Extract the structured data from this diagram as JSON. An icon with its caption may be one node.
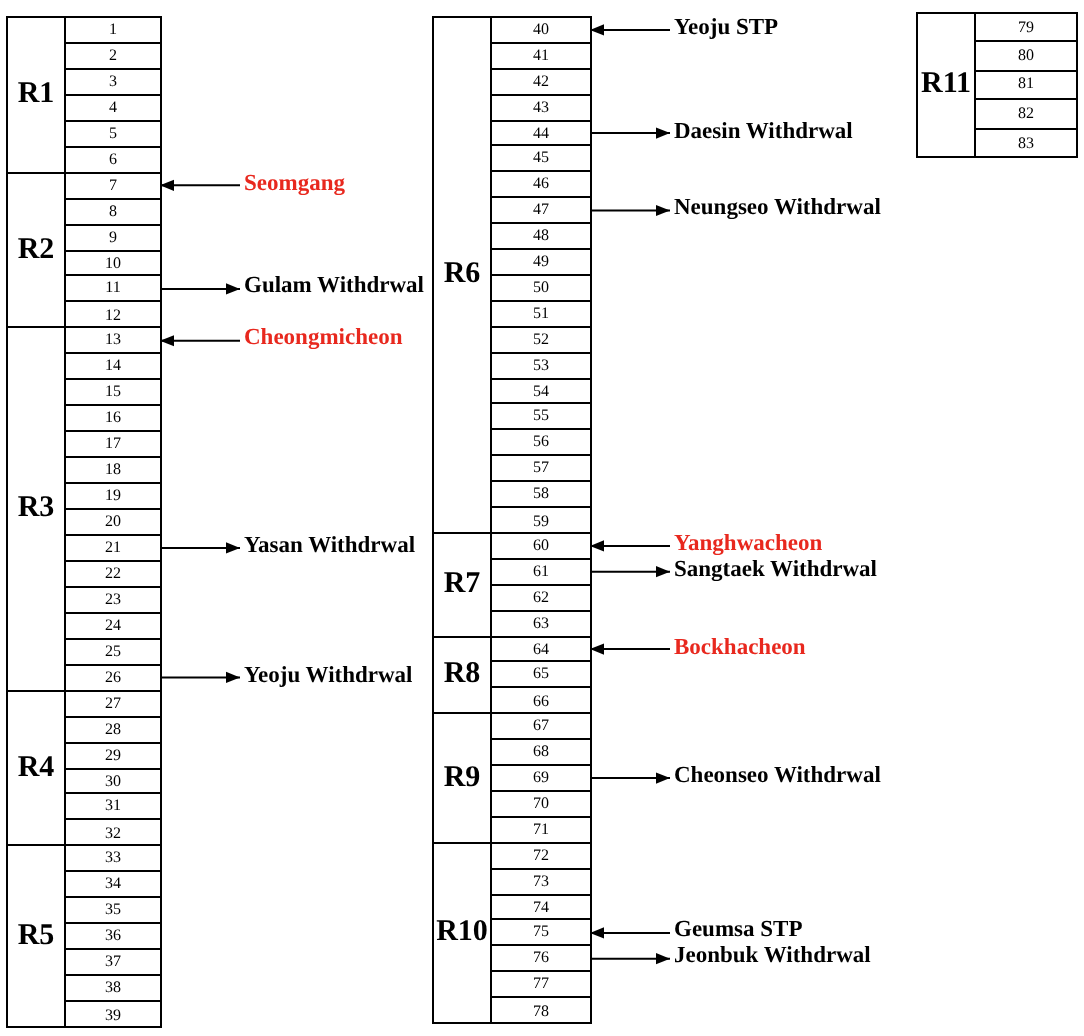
{
  "diagram": {
    "nodes": [
      {
        "text": [
          "R1"
        ]
      },
      {
        "text": [
          "1"
        ],
        "in": 0
      },
      {
        "text": [
          "2"
        ],
        "in": 0
      },
      {
        "text": [
          "3"
        ],
        "in": 0
      },
      {
        "text": [
          "4"
        ],
        "in": 0
      },
      {
        "text": [
          "5"
        ],
        "in": 0
      },
      {
        "text": [
          "6"
        ],
        "in": 0
      },
      {
        "text": [
          "R2"
        ]
      },
      {
        "text": [
          "7"
        ],
        "in": 7
      },
      {
        "text": [
          "8"
        ],
        "in": 7
      },
      {
        "text": [
          "9"
        ],
        "in": 7
      },
      {
        "text": [
          "10"
        ],
        "in": 7
      },
      {
        "text": [
          "11"
        ],
        "in": 7
      },
      {
        "text": [
          "12"
        ],
        "in": 7
      },
      {
        "text": [
          "R3"
        ]
      },
      {
        "text": [
          "13"
        ],
        "in": 14
      },
      {
        "text": [
          "14"
        ],
        "in": 14
      },
      {
        "text": [
          "15"
        ],
        "in": 14
      },
      {
        "text": [
          "16"
        ],
        "in": 14
      },
      {
        "text": [
          "17"
        ],
        "in": 14
      },
      {
        "text": [
          "18"
        ],
        "in": 14
      },
      {
        "text": [
          "19"
        ],
        "in": 14
      },
      {
        "text": [
          "20"
        ],
        "in": 14
      },
      {
        "text": [
          "21"
        ],
        "in": 14
      },
      {
        "text": [
          "22"
        ],
        "in": 14
      },
      {
        "text": [
          "23"
        ],
        "in": 14
      },
      {
        "text": [
          "24"
        ],
        "in": 14
      },
      {
        "text": [
          "25"
        ],
        "in": 14
      },
      {
        "text": [
          "26"
        ],
        "in": 14
      },
      {
        "text": [
          "R4"
        ]
      },
      {
        "text": [
          "27"
        ],
        "in": 29
      },
      {
        "text": [
          "28"
        ],
        "in": 29
      },
      {
        "text": [
          "29"
        ],
        "in": 29
      },
      {
        "text": [
          "30"
        ],
        "in": 29
      },
      {
        "text": [
          "31"
        ],
        "in": 29
      },
      {
        "text": [
          "32"
        ],
        "in": 29
      },
      {
        "text": [
          "R5"
        ]
      },
      {
        "text": [
          "33"
        ],
        "in": 36
      },
      {
        "text": [
          "34"
        ],
        "in": 36
      },
      {
        "text": [
          "35"
        ],
        "in": 36
      },
      {
        "text": [
          "36"
        ],
        "in": 36
      },
      {
        "text": [
          "37"
        ],
        "in": 36
      },
      {
        "text": [
          "38"
        ],
        "in": 36
      },
      {
        "text": [
          "39"
        ],
        "in": 36
      },
      {
        "text": [
          "R6"
        ]
      },
      {
        "text": [
          "40"
        ],
        "in": 44
      },
      {
        "text": [
          "41"
        ],
        "in": 44
      },
      {
        "text": [
          "42"
        ],
        "in": 44
      },
      {
        "text": [
          "43"
        ],
        "in": 44
      },
      {
        "text": [
          "44"
        ],
        "in": 44
      },
      {
        "text": [
          "45"
        ],
        "in": 44
      },
      {
        "text": [
          "46"
        ],
        "in": 44
      },
      {
        "text": [
          "47"
        ],
        "in": 44
      },
      {
        "text": [
          "48"
        ],
        "in": 44
      },
      {
        "text": [
          "49"
        ],
        "in": 44
      },
      {
        "text": [
          "50"
        ],
        "in": 44
      },
      {
        "text": [
          "51"
        ],
        "in": 44
      },
      {
        "text": [
          "52"
        ],
        "in": 44
      },
      {
        "text": [
          "53"
        ],
        "in": 44
      },
      {
        "text": [
          "54"
        ],
        "in": 44
      },
      {
        "text": [
          "55"
        ],
        "in": 44
      },
      {
        "text": [
          "56"
        ],
        "in": 44
      },
      {
        "text": [
          "57"
        ],
        "in": 44
      },
      {
        "text": [
          "58"
        ],
        "in": 44
      },
      {
        "text": [
          "59"
        ],
        "in": 44
      },
      {
        "text": [
          "R7"
        ]
      },
      {
        "text": [
          "60"
        ],
        "in": 65
      },
      {
        "text": [
          "61"
        ],
        "in": 65
      },
      {
        "text": [
          "62"
        ],
        "in": 65
      },
      {
        "text": [
          "63"
        ],
        "in": 65
      },
      {
        "text": [
          "R8"
        ]
      },
      {
        "text": [
          "64"
        ],
        "in": 70
      },
      {
        "text": [
          "65"
        ],
        "in": 70
      },
      {
        "text": [
          "66"
        ],
        "in": 70
      },
      {
        "text": [
          "R9"
        ]
      },
      {
        "text": [
          "67"
        ],
        "in": 74
      },
      {
        "text": [
          "68"
        ],
        "in": 74
      },
      {
        "text": [
          "69"
        ],
        "in": 74
      },
      {
        "text": [
          "70"
        ],
        "in": 74
      },
      {
        "text": [
          "71"
        ],
        "in": 74
      },
      {
        "text": [
          "R10"
        ]
      },
      {
        "text": [
          "72"
        ],
        "in": 80
      },
      {
        "text": [
          "73"
        ],
        "in": 80
      },
      {
        "text": [
          "74"
        ],
        "in": 80
      },
      {
        "text": [
          "75"
        ],
        "in": 80
      },
      {
        "text": [
          "76"
        ],
        "in": 80
      },
      {
        "text": [
          "77"
        ],
        "in": 80
      },
      {
        "text": [
          "78"
        ],
        "in": 80
      },
      {
        "text": [
          "R11"
        ]
      },
      {
        "text": [
          "79"
        ],
        "in": 88
      },
      {
        "text": [
          "80"
        ],
        "in": 88
      },
      {
        "text": [
          "81"
        ],
        "in": 88
      },
      {
        "text": [
          "82"
        ],
        "in": 88
      },
      {
        "text": [
          "83"
        ],
        "in": 88
      },
      {
        "text": [
          "Seomgang"
        ]
      },
      {
        "text": [
          "Gulam Withdrwal"
        ]
      },
      {
        "text": [
          "Cheongmicheon"
        ]
      },
      {
        "text": [
          "Yasan Withdrwal"
        ]
      },
      {
        "text": [
          "Yeoju Withdrwal"
        ]
      },
      {
        "text": [
          "Yeoju STP"
        ]
      },
      {
        "text": [
          "Daesin Withdrwal"
        ]
      },
      {
        "text": [
          "Neungseo Withdrwal"
        ]
      },
      {
        "text": [
          "Yanghwacheon"
        ]
      },
      {
        "text": [
          "Sangtaek Withdrwal"
        ]
      },
      {
        "text": [
          "Bockhacheon"
        ]
      },
      {
        "text": [
          "Cheonseo Withdrwal"
        ]
      },
      {
        "text": [
          "Geumsa STP"
        ]
      },
      {
        "text": [
          "Jeonbuk Withdrwal"
        ]
      }
    ],
    "edges": [
      {
        "from": 94,
        "to": 8,
        "arrow": "to"
      },
      {
        "from": 12,
        "to": 95,
        "arrow": "to"
      },
      {
        "from": 96,
        "to": 15,
        "arrow": "to"
      },
      {
        "from": 23,
        "to": 97,
        "arrow": "to"
      },
      {
        "from": 28,
        "to": 98,
        "arrow": "to"
      },
      {
        "from": 99,
        "to": 45,
        "arrow": "to"
      },
      {
        "from": 49,
        "to": 100,
        "arrow": "to"
      },
      {
        "from": 52,
        "to": 101,
        "arrow": "to"
      },
      {
        "from": 102,
        "to": 66,
        "arrow": "to"
      },
      {
        "from": 67,
        "to": 103,
        "arrow": "to"
      },
      {
        "from": 104,
        "to": 71,
        "arrow": "to"
      },
      {
        "from": 77,
        "to": 105,
        "arrow": "to"
      },
      {
        "from": 106,
        "to": 84,
        "arrow": "to"
      },
      {
        "from": 85,
        "to": 107,
        "arrow": "to"
      }
    ]
  }
}
